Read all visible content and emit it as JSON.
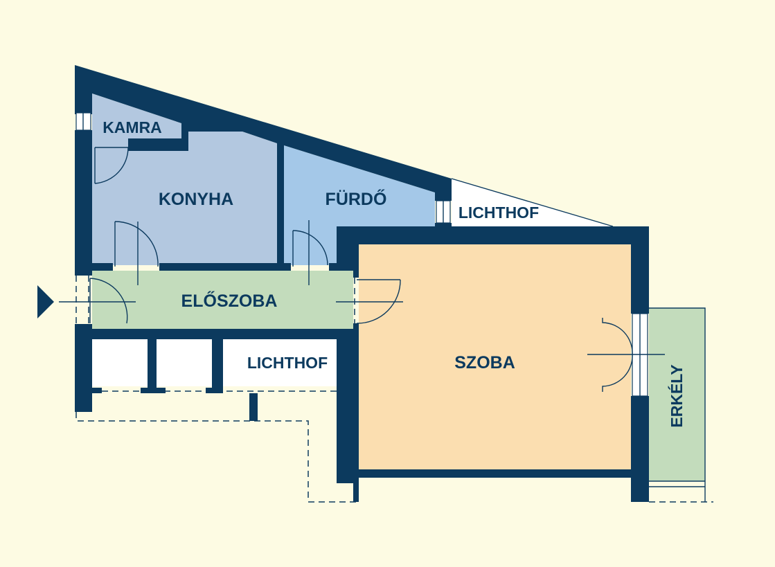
{
  "rooms": {
    "kamra": "KAMRA",
    "konyha": "KONYHA",
    "furdo": "FÜRDŐ",
    "lichthof_top": "LICHTHOF",
    "eloszoba": "ELŐSZOBA",
    "lichthof_bottom": "LICHTHOF",
    "szoba": "SZOBA",
    "erkely": "ERKÉLY"
  },
  "colors": {
    "background": "#fdfbe3",
    "wall": "#0c3a5e",
    "kitchen_pantry": "#b3c8e0",
    "bathroom": "#a4c8e8",
    "hall_balcony": "#c3dcbc",
    "room": "#fbdeb0",
    "light_well": "#ffffff"
  },
  "icons": [
    "entrance-arrow-icon"
  ]
}
